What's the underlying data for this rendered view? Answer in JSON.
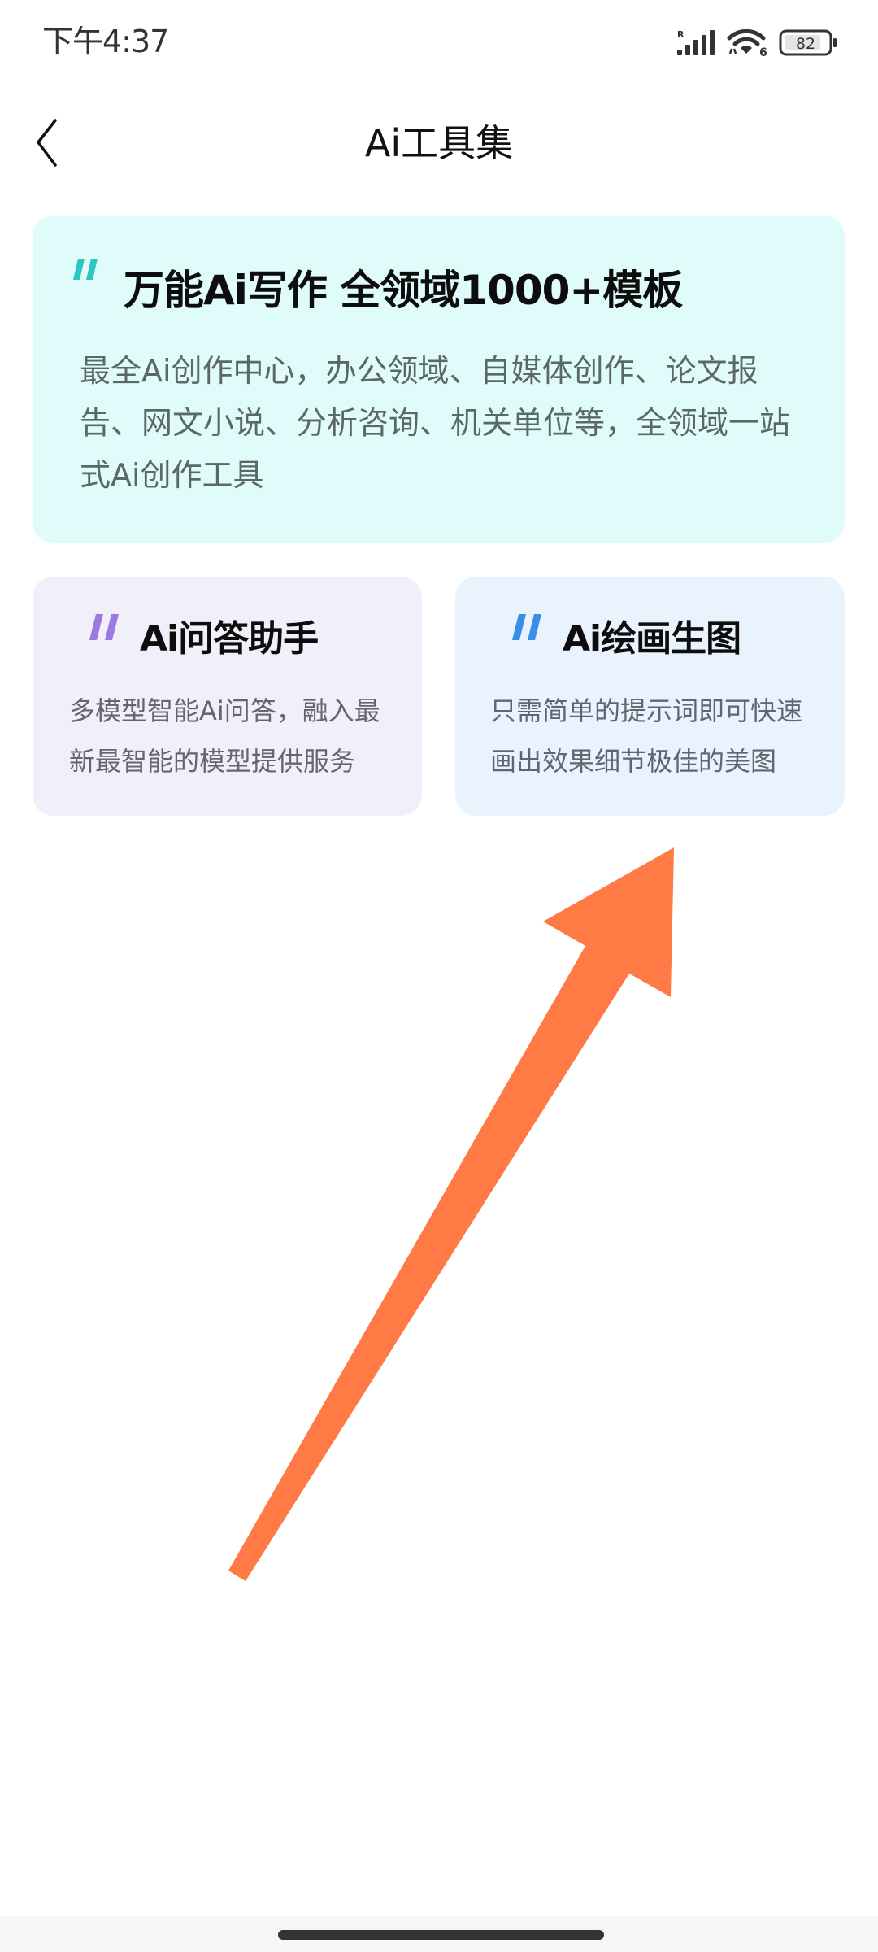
{
  "status_bar": {
    "time": "下午4:37",
    "signal_label": "R",
    "wifi_label": "6",
    "battery_percent": "82"
  },
  "nav": {
    "title": "Ai工具集",
    "back_icon": "chevron-left-icon"
  },
  "colors": {
    "card1_bg": "#e0fcfa",
    "card2_bg": "#f1eff9",
    "card3_bg": "#e8f3fd",
    "card1_accent": "#2ec4c4",
    "card2_accent": "#9b7be0",
    "card3_accent": "#3a8ee6",
    "arrow": "#ff7a45",
    "desc_text": "#5e6666"
  },
  "cards": [
    {
      "title": "万能Ai写作 全领域1000+模板",
      "desc_lines": [
        "最全Ai创作中心，办公领域、自媒体创作、论文报",
        "告、网文小说、分析咨询、机关单位等，全领域一站",
        "式Ai创作工具"
      ]
    },
    {
      "title": "Ai问答助手",
      "desc_lines": [
        "多模型智能Ai问答，融入最",
        "新最智能的模型提供服务"
      ]
    },
    {
      "title": "Ai绘画生图",
      "desc_lines": [
        "只需简单的提示词即可快速",
        "画出效果细节极佳的美图"
      ]
    }
  ],
  "annotation": {
    "type": "arrow",
    "points_to": "cards.2"
  }
}
